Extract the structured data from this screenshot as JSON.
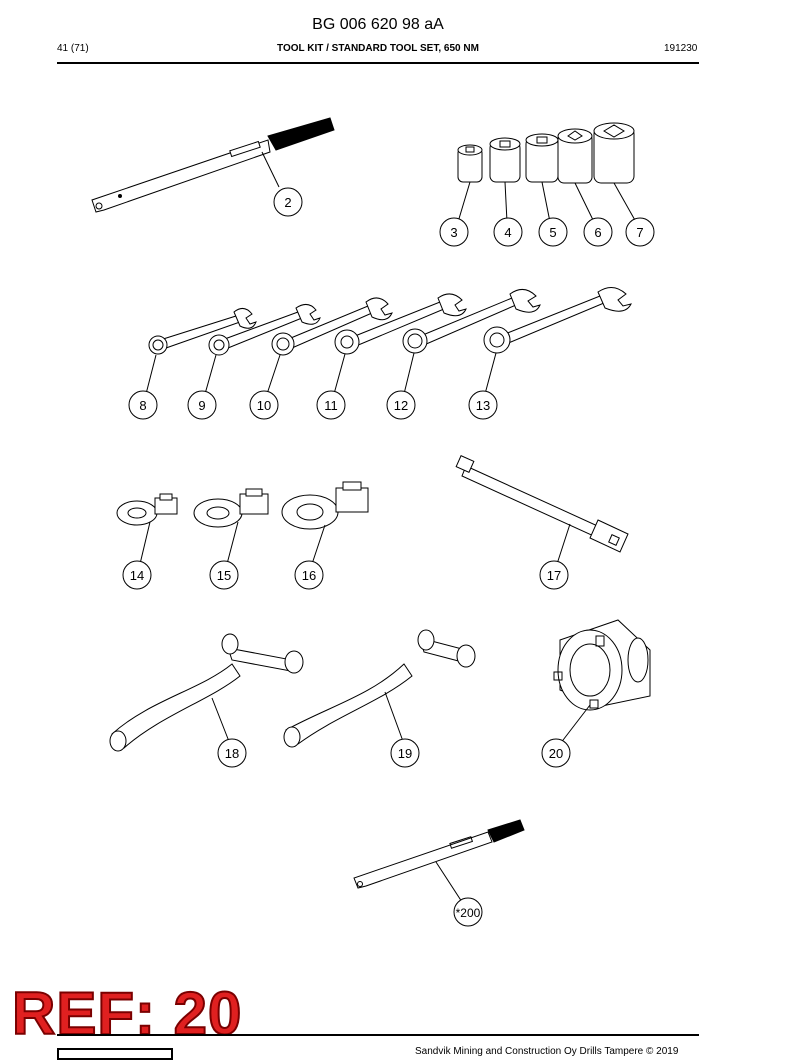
{
  "header": {
    "document_code": "BG 006 620 98 aA",
    "page": "41 (71)",
    "title": "TOOL KIT / STANDARD TOOL SET, 650 NM",
    "date_code": "191230"
  },
  "callouts": [
    "2",
    "3",
    "4",
    "5",
    "6",
    "7",
    "8",
    "9",
    "10",
    "11",
    "12",
    "13",
    "14",
    "15",
    "16",
    "17",
    "18",
    "19",
    "20",
    "*200"
  ],
  "reference_stamp": "REF: 20",
  "footer": {
    "copyright": "Sandvik Mining and Construction Oy Drills Tampere © 2019"
  }
}
